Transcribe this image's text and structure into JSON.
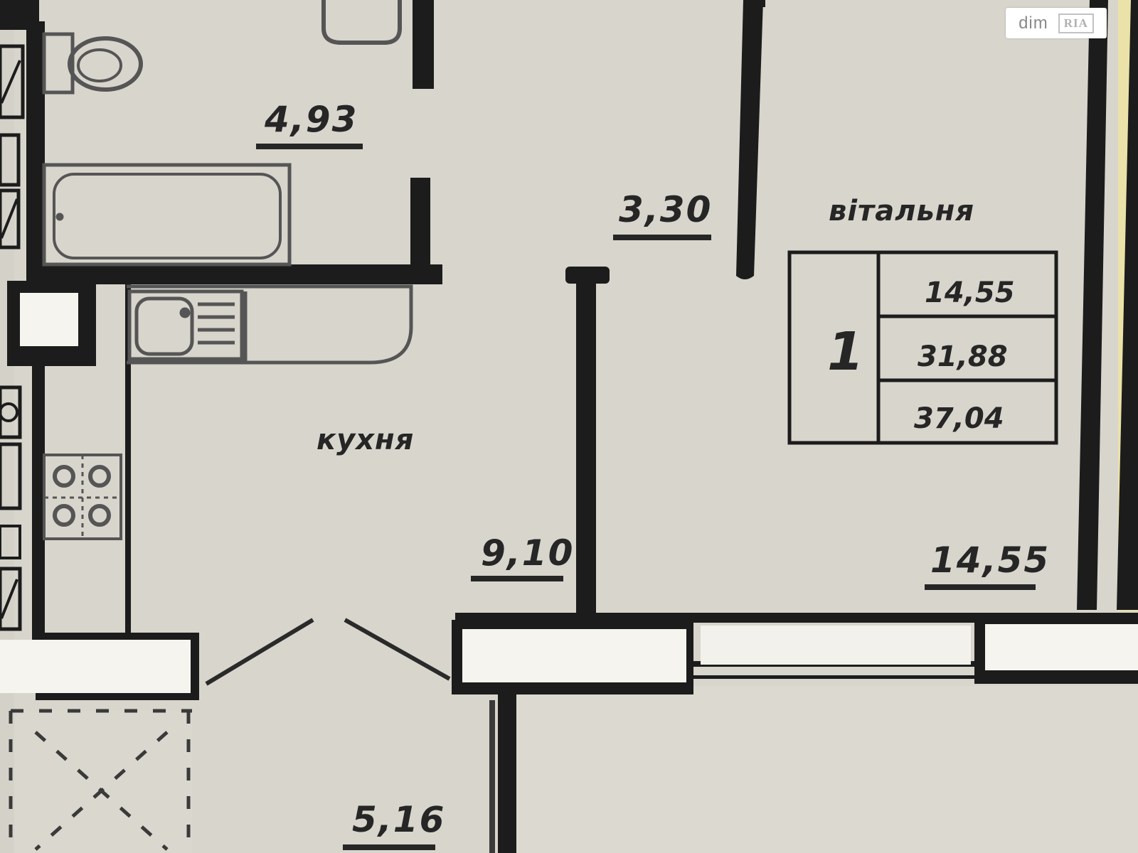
{
  "plan": {
    "rooms": [
      {
        "id": "bathroom",
        "area": "4,93",
        "name": ""
      },
      {
        "id": "hall-upper",
        "area": "3,30",
        "name": ""
      },
      {
        "id": "living-room",
        "area": "14,55",
        "name": "вітальня"
      },
      {
        "id": "kitchen",
        "area": "9,10",
        "name": "кухня"
      },
      {
        "id": "hall-lower",
        "area": "5,16",
        "name": ""
      }
    ],
    "summary_table": {
      "rooms_count": "1",
      "living_area": "14,55",
      "usable_area": "31,88",
      "total_area": "37,04"
    }
  },
  "watermark": {
    "brand": "dim",
    "badge": "RIA"
  },
  "colors": {
    "paper": "#d8d5cc",
    "paper_light": "#dcd9d0",
    "wall": "#1c1c1c",
    "fixture_line": "#555555",
    "text": "#262626",
    "balcony_edge": "#eae2a8"
  }
}
